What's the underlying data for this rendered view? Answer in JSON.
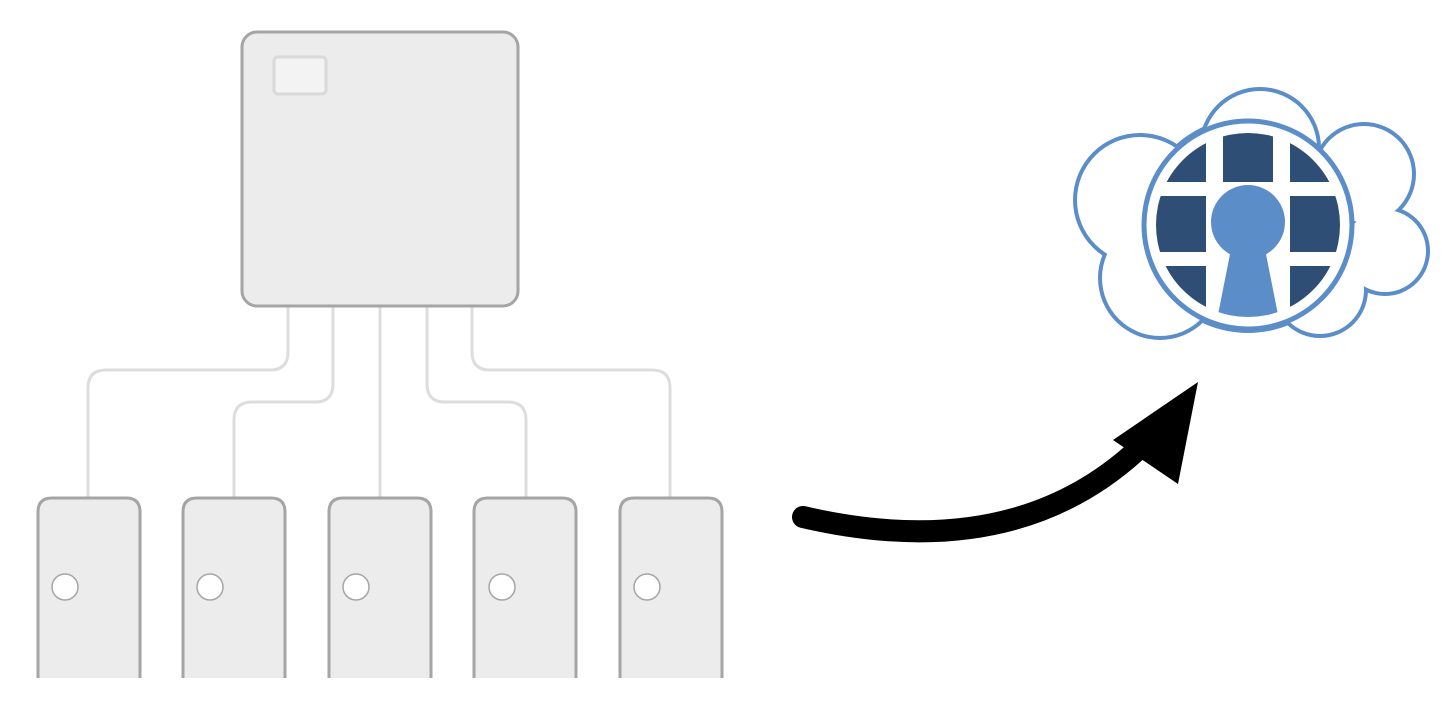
{
  "diagram": {
    "hub": {
      "kind": "central-controller"
    },
    "devices": [
      {
        "id": "device-1",
        "kind": "door-unit"
      },
      {
        "id": "device-2",
        "kind": "door-unit"
      },
      {
        "id": "device-3",
        "kind": "door-unit"
      },
      {
        "id": "device-4",
        "kind": "door-unit"
      },
      {
        "id": "device-5",
        "kind": "door-unit"
      }
    ],
    "flow": {
      "from": "local-network",
      "to": "cloud-service",
      "direction": "right-up"
    },
    "logo": {
      "name": "cloud-keyhole-logo",
      "colors": {
        "outline": "#5b8ec9",
        "tiles": "#2e4e75",
        "keyhole": "#5b8ec9"
      }
    },
    "colors": {
      "box_fill": "#ececec",
      "box_stroke": "#a5a5a5",
      "wire": "#dddddd",
      "arrow": "#000000"
    }
  }
}
